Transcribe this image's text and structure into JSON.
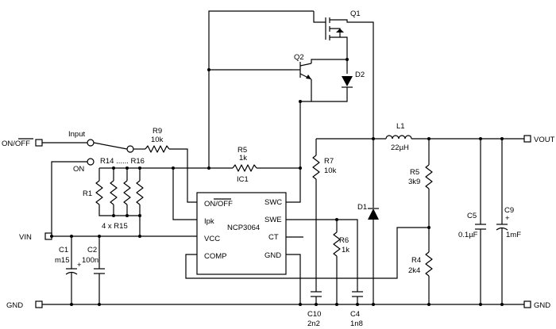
{
  "ic": {
    "name": "NCP3064",
    "pins_left": [
      "ON/OFF",
      "Ipk",
      "VCC",
      "COMP"
    ],
    "pins_right": [
      "SWC",
      "SWE",
      "CT",
      "GND"
    ]
  },
  "terminals": {
    "on_off": "ON/OFF",
    "vin": "VIN",
    "gnd_left": "GND",
    "vout": "VOUT",
    "gnd_right": "GND"
  },
  "switch_labels": {
    "input": "Input",
    "on": "ON"
  },
  "components": {
    "q1": "Q1",
    "q2": "Q2",
    "d1": "D1",
    "d2": "D2",
    "l1": {
      "ref": "L1",
      "value": "22µH"
    },
    "r1": "R1",
    "r14_16": "R14 ...... R16",
    "r_array": "4 x R15",
    "r9": {
      "ref": "R9",
      "value": "10k"
    },
    "r5a": {
      "ref": "R5",
      "value": "1k"
    },
    "ic1": "IC1",
    "r7": {
      "ref": "R7",
      "value": "10k"
    },
    "r6": {
      "ref": "R6",
      "value": "1k"
    },
    "r5b": {
      "ref": "R5",
      "value": "3k9"
    },
    "r4": {
      "ref": "R4",
      "value": "2k4"
    },
    "c1": {
      "ref": "C1",
      "value": "m15"
    },
    "c2": {
      "ref": "C2",
      "value": "100n"
    },
    "c10": {
      "ref": "C10",
      "value": "2n2"
    },
    "c4": {
      "ref": "C4",
      "value": "1n8"
    },
    "c5": {
      "ref": "C5",
      "value": "0.1µF"
    },
    "c9": {
      "ref": "C9",
      "value": "1mF"
    }
  },
  "colors": {
    "ink": "#000000",
    "paper": "#ffffff"
  }
}
